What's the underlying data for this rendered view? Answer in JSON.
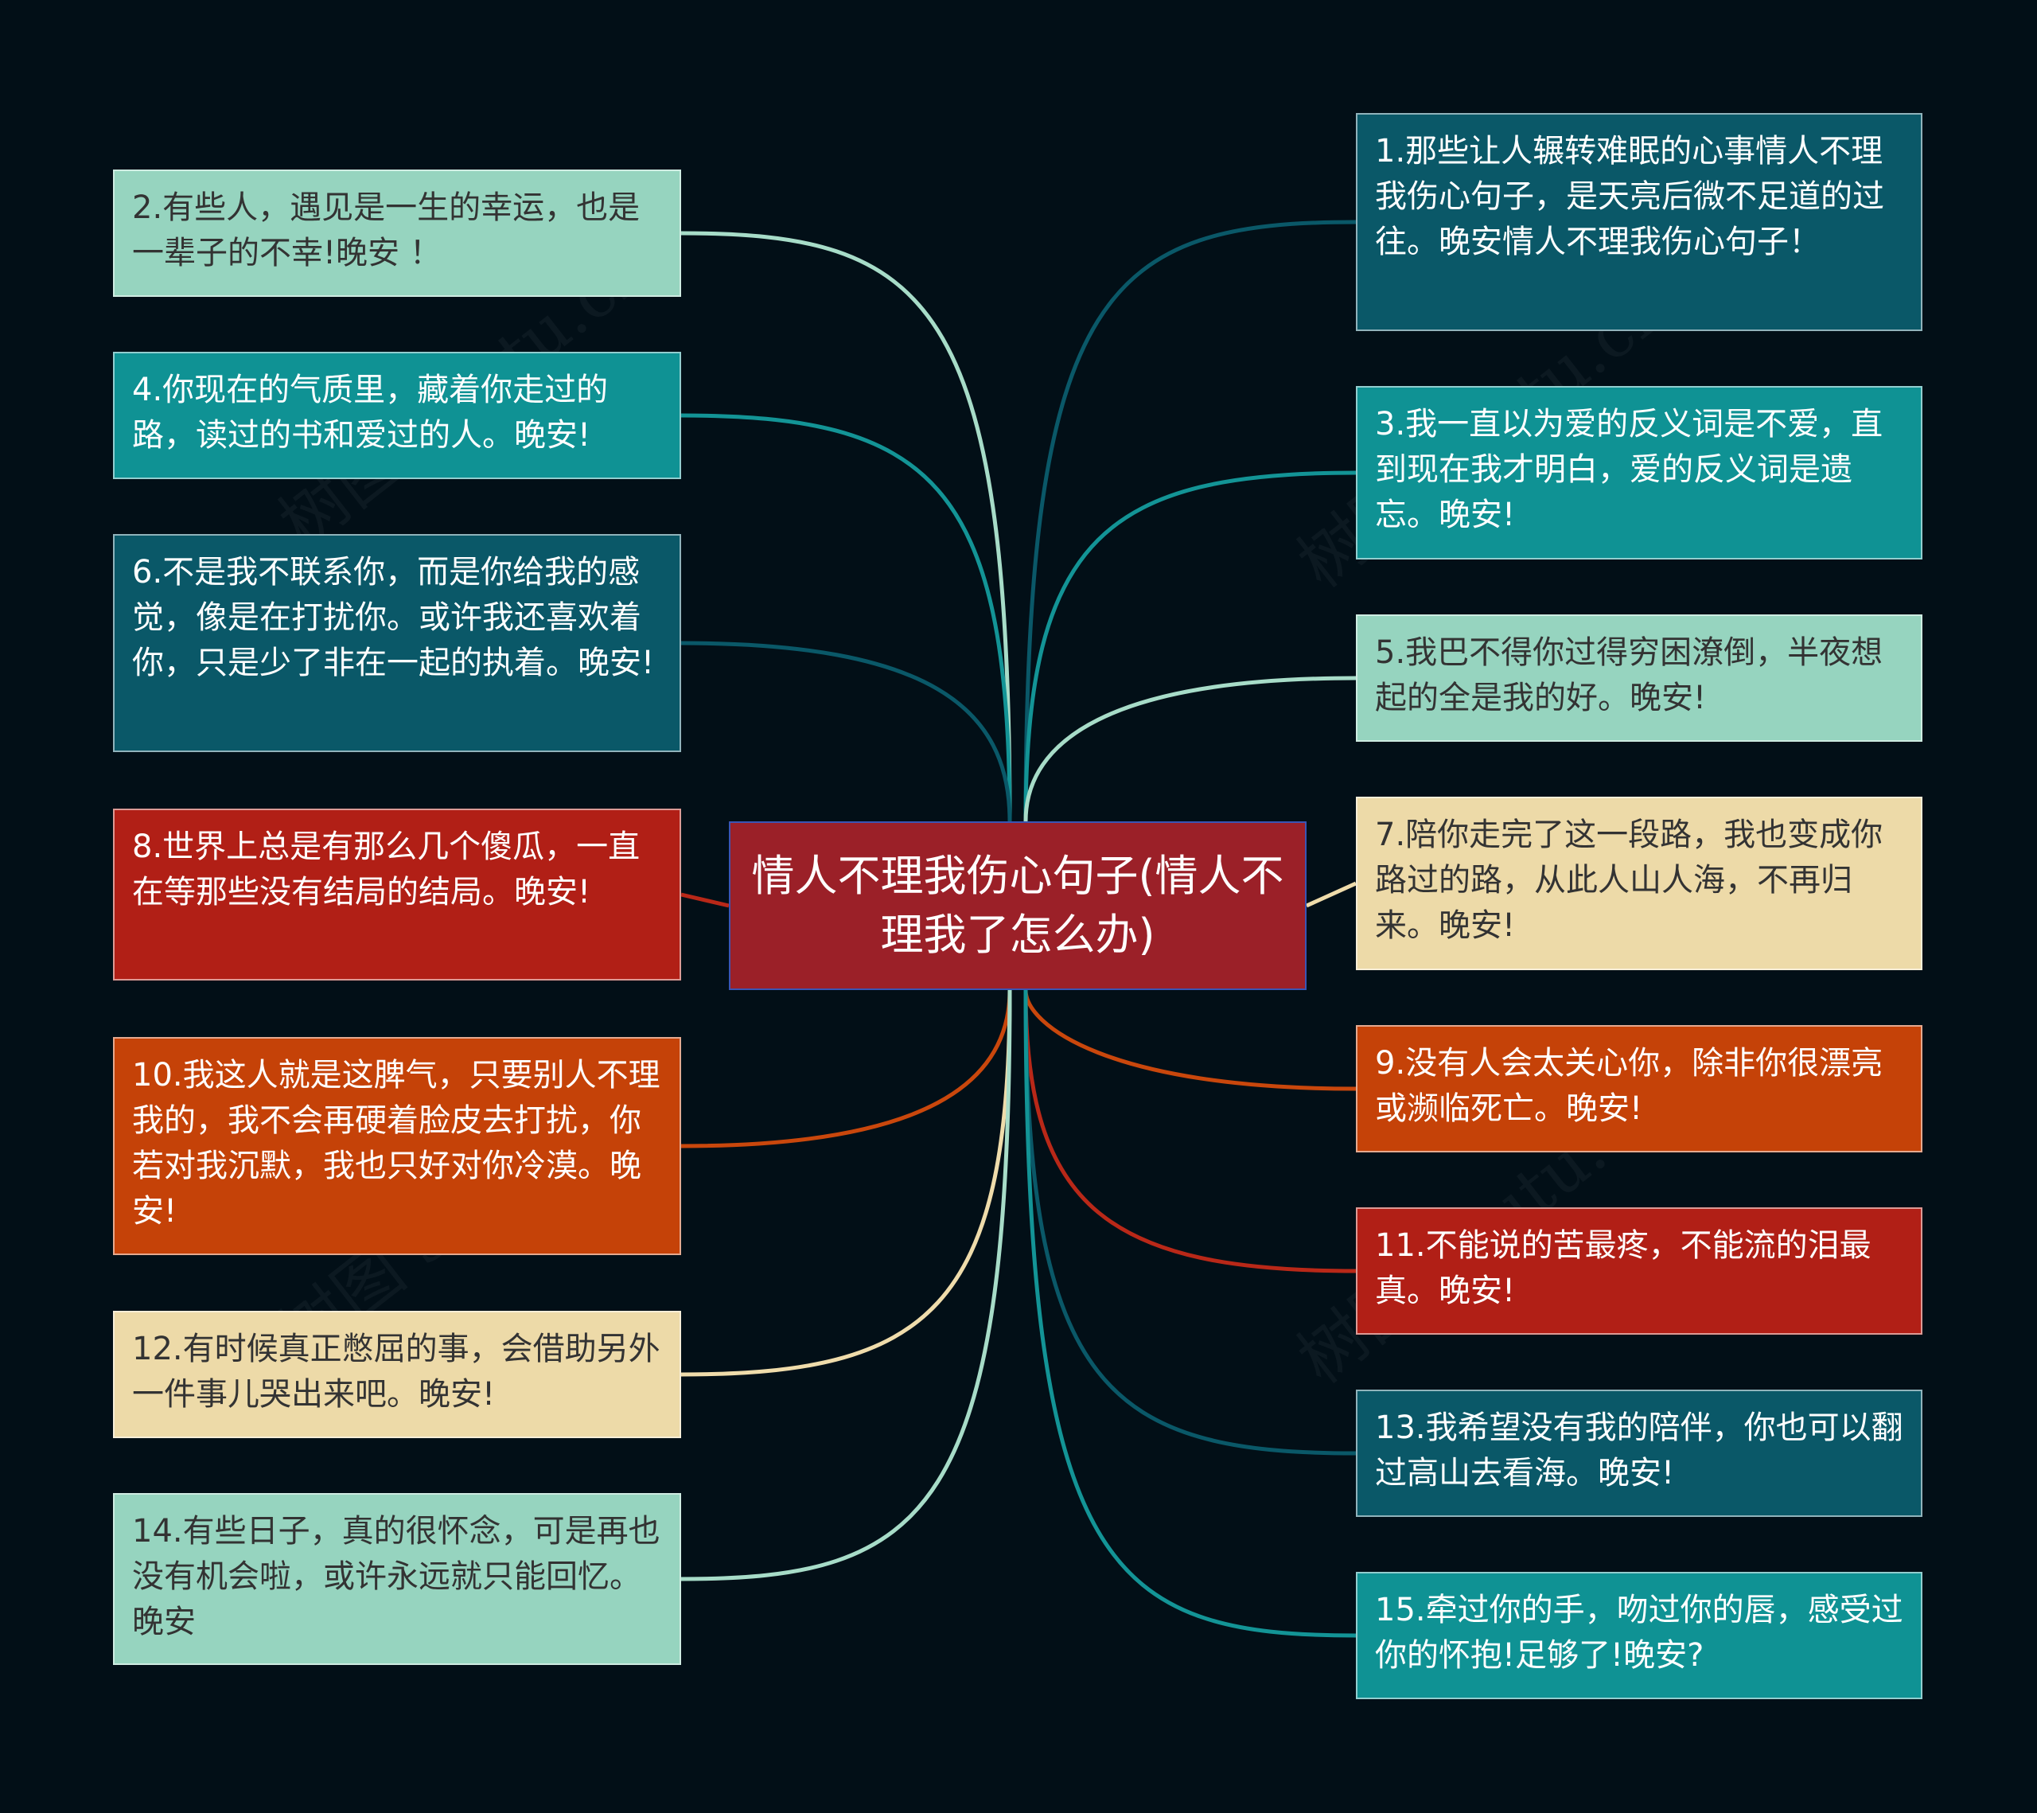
{
  "center": {
    "text": "情人不理我伤心句子(情人不理我了怎么办)",
    "bg": "#9b2028",
    "color": "#ffffff"
  },
  "watermark": "树图 shutu.cn",
  "nodes": [
    {
      "text": "1.那些让人辗转难眠的心事情人不理我伤心句子，是天亮后微不足道的过往。晚安情人不理我伤心句子！",
      "bg": "#0a5868",
      "color": "#ffffff",
      "line": "#0a5868"
    },
    {
      "text": "2.有些人，遇见是一生的幸运，也是一辈子的不幸!晚安 ！",
      "bg": "#96d4bf",
      "color": "#333333",
      "line": "#a7dcc8"
    },
    {
      "text": "3.我一直以为爱的反义词是不爱，直到现在我才明白，爱的反义词是遗忘。晚安!",
      "bg": "#0f9294",
      "color": "#ffffff",
      "line": "#139496"
    },
    {
      "text": "4.你现在的气质里，藏着你走过的路，读过的书和爱过的人。晚安!",
      "bg": "#0f9294",
      "color": "#ffffff",
      "line": "#139496"
    },
    {
      "text": "5.我巴不得你过得穷困潦倒，半夜想起的全是我的好。晚安!",
      "bg": "#96d4bf",
      "color": "#333333",
      "line": "#a7dcc8"
    },
    {
      "text": "6.不是我不联系你，而是你给我的感觉，像是在打扰你。或许我还喜欢着你，只是少了非在一起的执着。晚安!",
      "bg": "#0a5868",
      "color": "#ffffff",
      "line": "#0a5868"
    },
    {
      "text": "7.陪你走完了这一段路，我也变成你路过的路，从此人山人海，不再归来。晚安!",
      "bg": "#eddaa8",
      "color": "#333333",
      "line": "#efdcab"
    },
    {
      "text": "8.世界上总是有那么几个傻瓜，一直在等那些没有结局的结局。晚安!",
      "bg": "#b11f16",
      "color": "#ffffff",
      "line": "#b92818"
    },
    {
      "text": "9.没有人会太关心你，除非你很漂亮或濒临死亡。晚安!",
      "bg": "#c54208",
      "color": "#ffffff",
      "line": "#c9470c"
    },
    {
      "text": "10.我这人就是这脾气，只要别人不理我的，我不会再硬着脸皮去打扰，你若对我沉默，我也只好对你冷漠。晚安!",
      "bg": "#c54208",
      "color": "#ffffff",
      "line": "#c9470c"
    },
    {
      "text": "11.不能说的苦最疼，不能流的泪最真。晚安!",
      "bg": "#b11f16",
      "color": "#ffffff",
      "line": "#b92818"
    },
    {
      "text": "12.有时候真正憋屈的事，会借助另外一件事儿哭出来吧。晚安!",
      "bg": "#eddaa8",
      "color": "#333333",
      "line": "#efdcab"
    },
    {
      "text": "13.我希望没有我的陪伴，你也可以翻过高山去看海。晚安!",
      "bg": "#0a5868",
      "color": "#ffffff",
      "line": "#0a5868"
    },
    {
      "text": "14.有些日子，真的很怀念，可是再也没有机会啦，或许永远就只能回忆。晚安",
      "bg": "#96d4bf",
      "color": "#333333",
      "line": "#a7dcc8"
    },
    {
      "text": "15.牵过你的手，吻过你的唇，感受过你的怀抱!足够了!晚安?",
      "bg": "#0f9294",
      "color": "#ffffff",
      "line": "#139496"
    }
  ]
}
